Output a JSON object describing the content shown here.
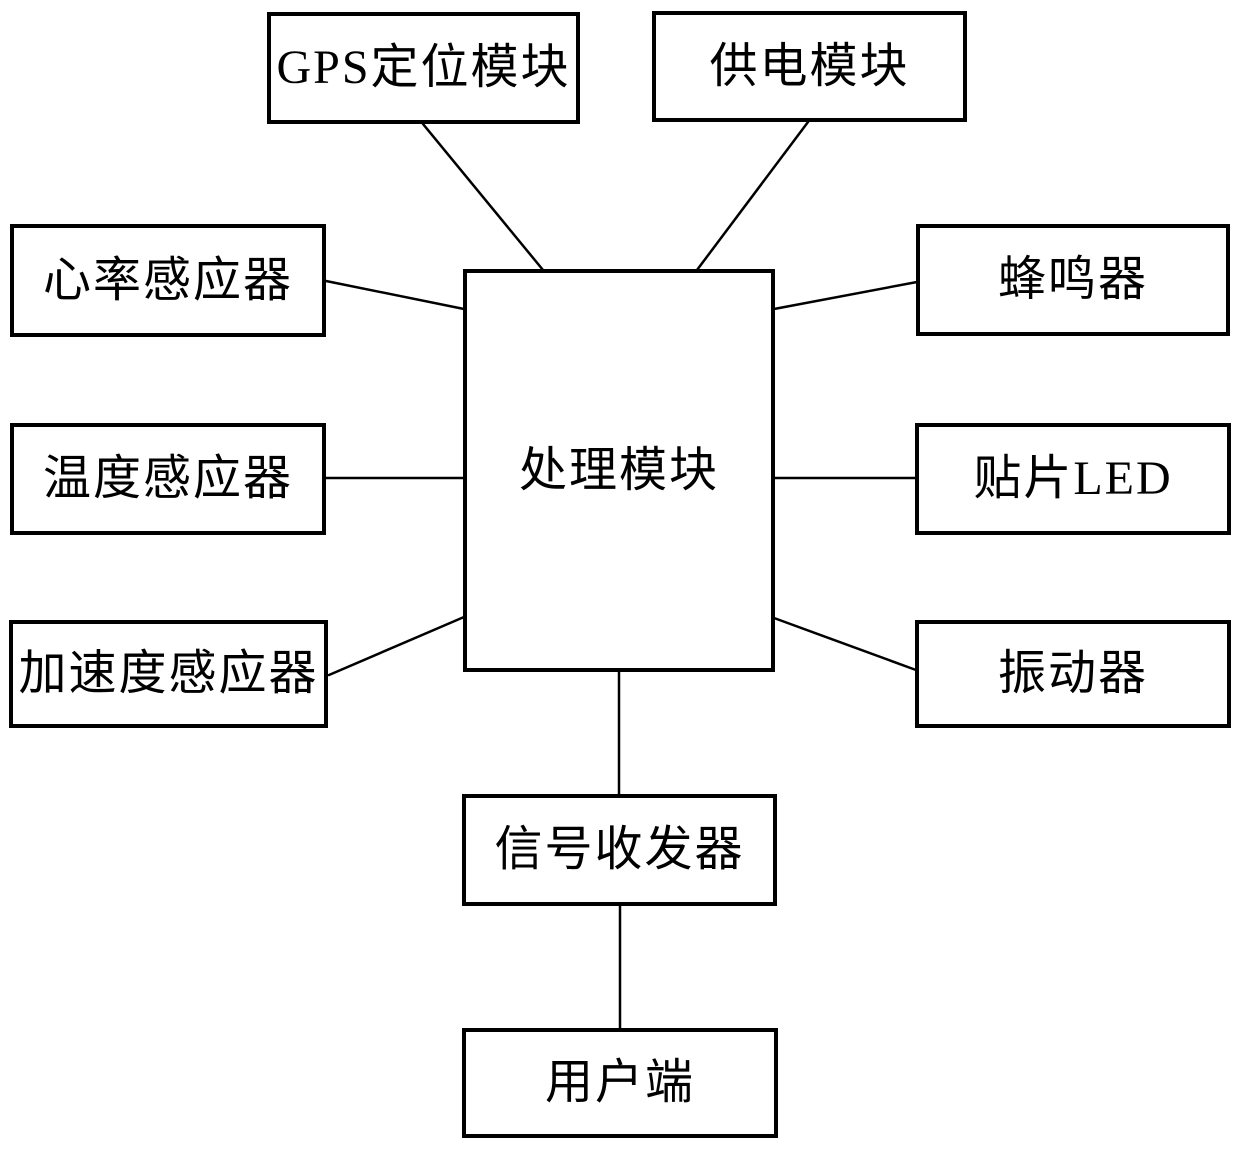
{
  "diagram": {
    "type": "block-diagram",
    "background_color": "#ffffff",
    "line_color": "#000000",
    "text_color": "#000000",
    "nodes": {
      "gps": {
        "label": "GPS定位模块"
      },
      "power": {
        "label": "供电模块"
      },
      "heart_rate": {
        "label": "心率感应器"
      },
      "temperature": {
        "label": "温度感应器"
      },
      "acceleration": {
        "label": "加速度感应器"
      },
      "processor": {
        "label": "处理模块"
      },
      "buzzer": {
        "label": "蜂鸣器"
      },
      "smd_led": {
        "label": "贴片LED"
      },
      "vibrator": {
        "label": "振动器"
      },
      "transceiver": {
        "label": "信号收发器"
      },
      "client": {
        "label": "用户端"
      }
    },
    "edges": [
      {
        "from": "gps",
        "to": "processor"
      },
      {
        "from": "power",
        "to": "processor"
      },
      {
        "from": "heart_rate",
        "to": "processor"
      },
      {
        "from": "temperature",
        "to": "processor"
      },
      {
        "from": "acceleration",
        "to": "processor"
      },
      {
        "from": "processor",
        "to": "buzzer"
      },
      {
        "from": "processor",
        "to": "smd_led"
      },
      {
        "from": "processor",
        "to": "vibrator"
      },
      {
        "from": "processor",
        "to": "transceiver"
      },
      {
        "from": "transceiver",
        "to": "client"
      }
    ]
  }
}
